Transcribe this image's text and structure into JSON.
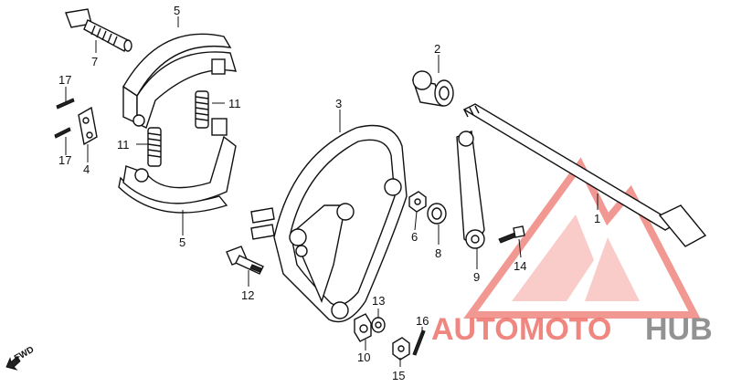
{
  "parts": [
    {
      "id": "1",
      "label": "1"
    },
    {
      "id": "2",
      "label": "2"
    },
    {
      "id": "3",
      "label": "3"
    },
    {
      "id": "4",
      "label": "4"
    },
    {
      "id": "5a",
      "label": "5"
    },
    {
      "id": "5b",
      "label": "5"
    },
    {
      "id": "6",
      "label": "6"
    },
    {
      "id": "7",
      "label": "7"
    },
    {
      "id": "8",
      "label": "8"
    },
    {
      "id": "9",
      "label": "9"
    },
    {
      "id": "10",
      "label": "10"
    },
    {
      "id": "11a",
      "label": "11"
    },
    {
      "id": "11b",
      "label": "11"
    },
    {
      "id": "12",
      "label": "12"
    },
    {
      "id": "13",
      "label": "13"
    },
    {
      "id": "14",
      "label": "14"
    },
    {
      "id": "15",
      "label": "15"
    },
    {
      "id": "16",
      "label": "16"
    },
    {
      "id": "17a",
      "label": "17"
    },
    {
      "id": "17b",
      "label": "17"
    }
  ],
  "direction": {
    "label": "FWD"
  },
  "watermark": {
    "part1": "AUTO",
    "part2": "MOTO",
    "part3": "HUB"
  },
  "colors": {
    "watermark_red": "#e8453c",
    "watermark_grey": "#777777"
  }
}
